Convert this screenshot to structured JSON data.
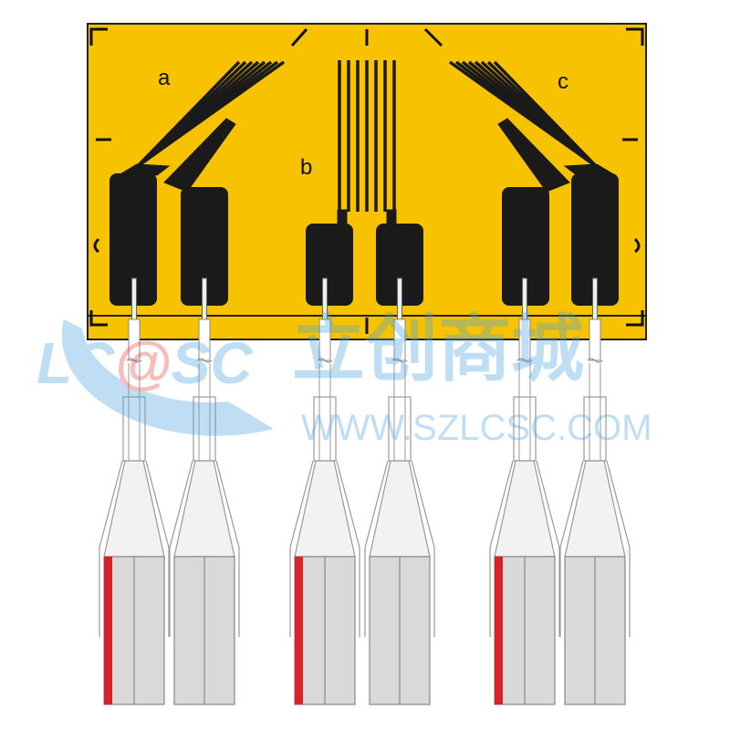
{
  "diagram": {
    "grid_labels": [
      "a",
      "b",
      "c"
    ],
    "lead_count": 6,
    "colors": {
      "carrier": "#f7c300",
      "grid_metal": "#1a1a1a",
      "lead_insulation": "#ffffff",
      "connector": "#d9d9d9",
      "marker_stripe": "#d8232a"
    }
  },
  "watermark": {
    "logo_text": "LC@SC",
    "chinese_text": "立创商城",
    "url": "WWW.SZLCSC.COM"
  }
}
